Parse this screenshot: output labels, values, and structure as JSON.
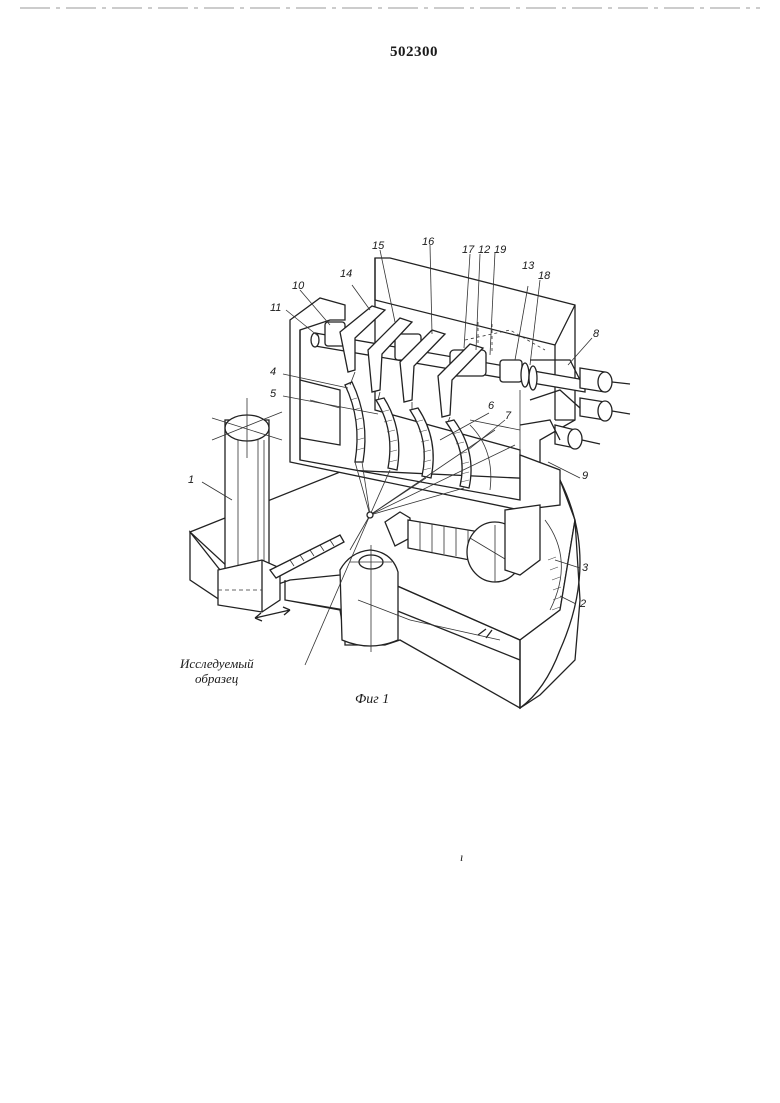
{
  "document": {
    "number": "502300",
    "figure_caption": "Фиг 1",
    "sample_caption_line1": "Исследуемый",
    "sample_caption_line2": "образец",
    "stray_mark": "ı"
  },
  "labels": {
    "n1": "1",
    "n2": "2",
    "n3": "3",
    "n4": "4",
    "n5": "5",
    "n6": "6",
    "n7": "7",
    "n8": "8",
    "n9": "9",
    "n10": "10",
    "n11": "11",
    "n12": "12",
    "n13": "13",
    "n14": "14",
    "n15": "15",
    "n16": "16",
    "n17": "17",
    "n18": "18",
    "n19": "19"
  },
  "colors": {
    "ink": "#222222",
    "paper": "#ffffff"
  }
}
